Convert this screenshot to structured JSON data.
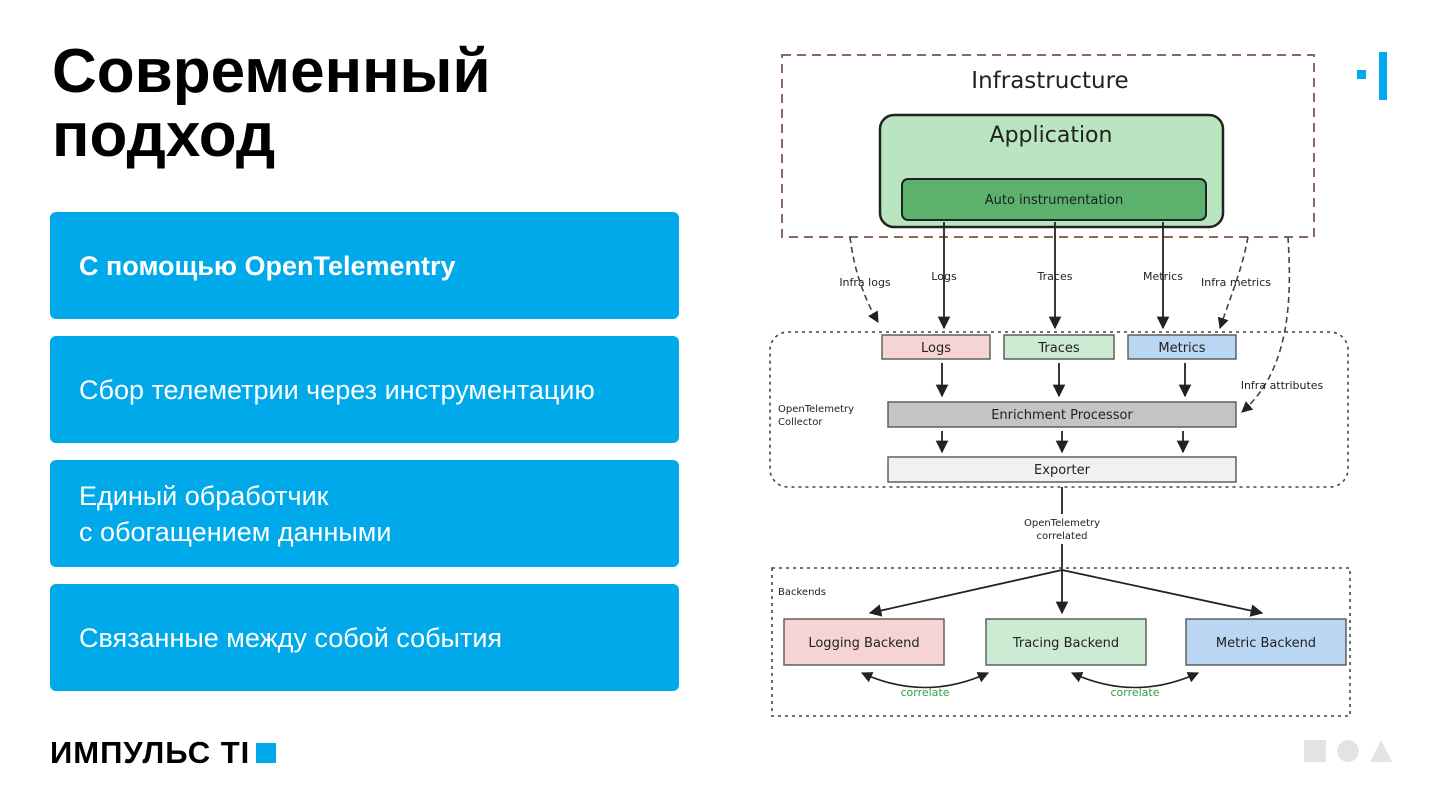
{
  "slide": {
    "title_line1": "Современный",
    "title_line2": "подход"
  },
  "cards": [
    {
      "text": "С помощью OpenTelementry"
    },
    {
      "text": "Сбор телеметрии через инструментацию"
    },
    {
      "line1": "Единый обработчик",
      "line2": "с обогащением данными"
    },
    {
      "text": "Связанные между собой события"
    }
  ],
  "brand": {
    "logo_text": "ИМПУЛЬС ТI",
    "accent_color": "#00aaea"
  },
  "diagram": {
    "infrastructure_label": "Infrastructure",
    "application_label": "Application",
    "auto_instrumentation_label": "Auto instrumentation",
    "arrows": {
      "infra_logs": "Infra logs",
      "logs": "Logs",
      "traces": "Traces",
      "metrics": "Metrics",
      "infra_metrics": "Infra metrics",
      "infra_attributes": "Infra attributes",
      "otel_correlated_line1": "OpenTelemetry",
      "otel_correlated_line2": "correlated",
      "correlate_left": "correlate",
      "correlate_right": "correlate"
    },
    "collector_label_line1": "OpenTelemetry",
    "collector_label_line2": "Collector",
    "boxes": {
      "logs": "Logs",
      "traces": "Traces",
      "metrics": "Metrics",
      "enrichment": "Enrichment Processor",
      "exporter": "Exporter"
    },
    "backends_label": "Backends",
    "backends": {
      "logging": "Logging Backend",
      "tracing": "Tracing Backend",
      "metric": "Metric Backend"
    },
    "colors": {
      "app_green": "#b9e6c0",
      "auto_green": "#5cb16d",
      "logs_pink": "#f6d3d5",
      "traces_green": "#cdebd2",
      "metrics_blue": "#b9d6f2",
      "enrichment_gray": "#c4c4c4",
      "exporter_gray": "#f1f1f1",
      "correlate_green": "#2e9e3e"
    }
  }
}
